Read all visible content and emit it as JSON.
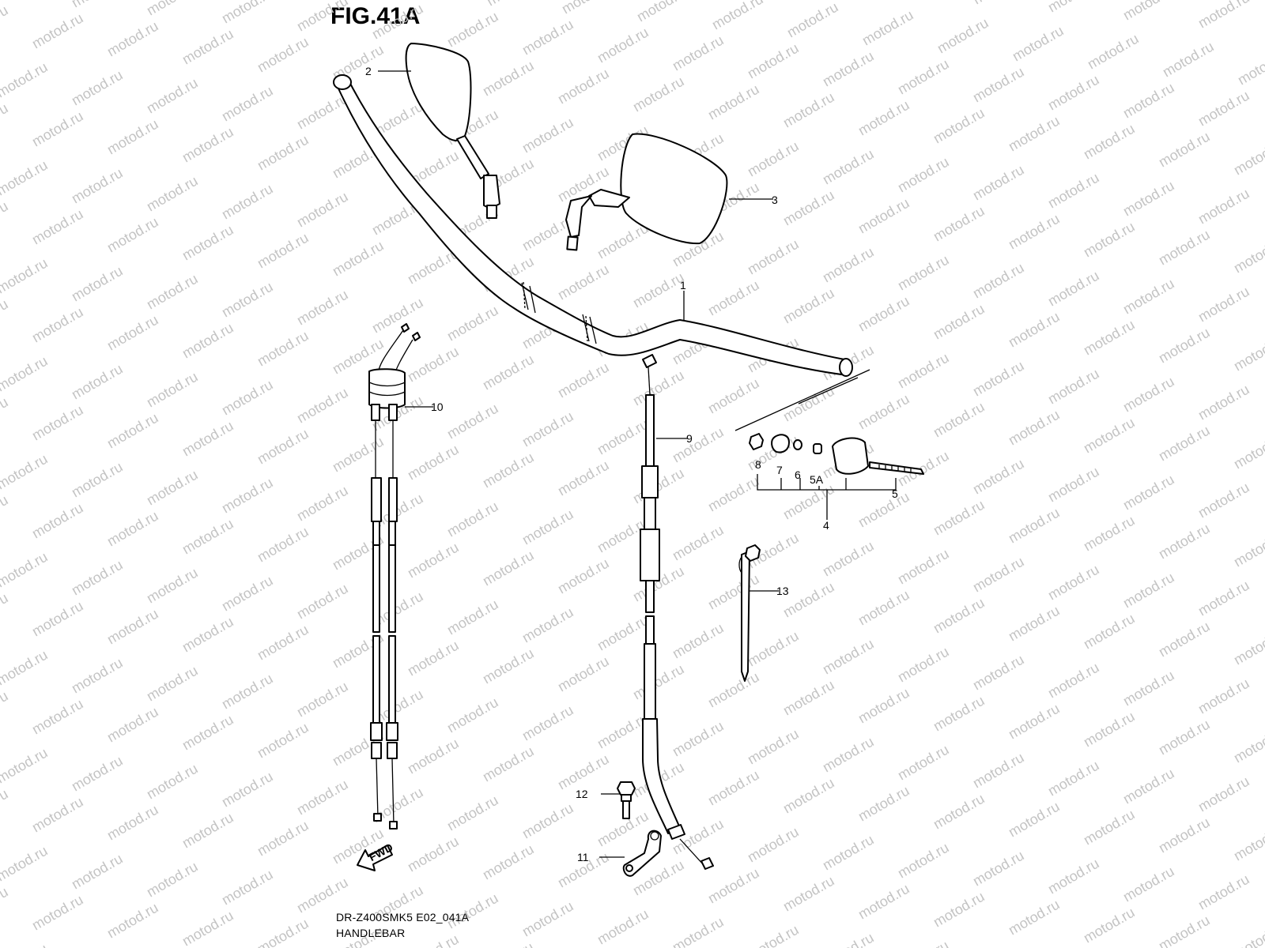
{
  "figure": {
    "title": "FIG.41A",
    "code": "DR-Z400SMK5 E02_041A",
    "name": "HANDLEBAR"
  },
  "callouts": {
    "c1": "1",
    "c2": "2",
    "c3": "3",
    "c4": "4",
    "c5": "5",
    "c5a": "5A",
    "c6": "6",
    "c7": "7",
    "c8": "8",
    "c9": "9",
    "c10": "10",
    "c11": "11",
    "c12": "12",
    "c13": "13"
  },
  "fwd_label": "FWD",
  "watermark": "motod.ru"
}
